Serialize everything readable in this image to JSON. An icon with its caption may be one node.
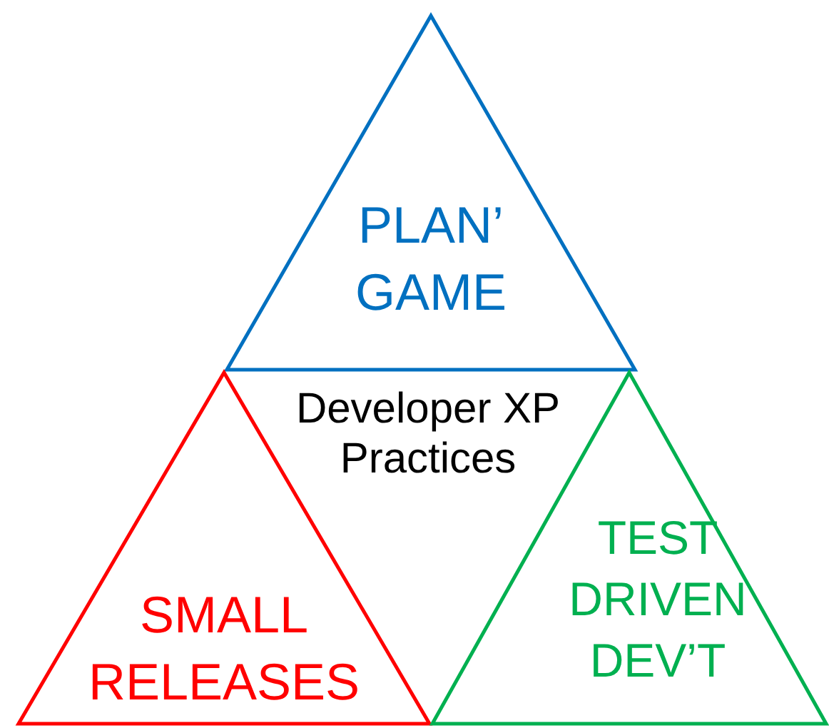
{
  "diagram": {
    "nodes": [
      {
        "text": [
          "PLAN’ GAME"
        ]
      },
      {
        "text": [
          "SMALL RELEASES"
        ]
      },
      {
        "text": [
          "TEST DRIVEN DEV’T"
        ]
      }
    ],
    "edges": [],
    "labels": [
      "Developer XP Practices"
    ]
  }
}
